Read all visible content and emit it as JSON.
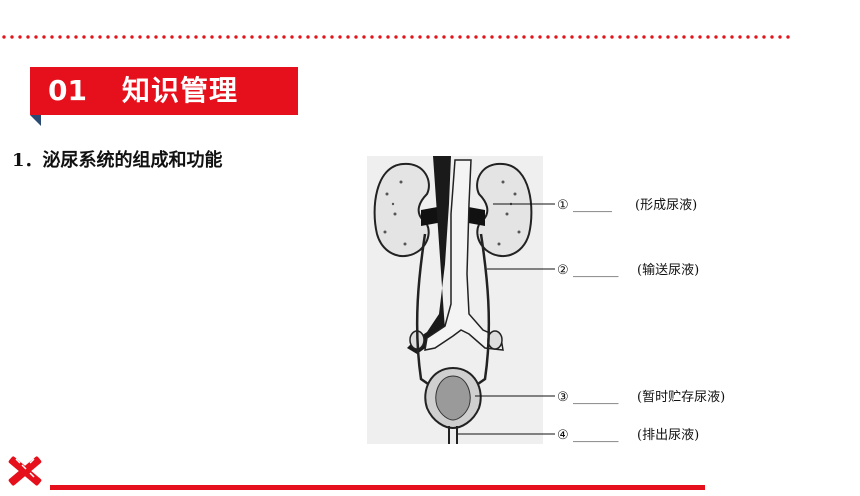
{
  "section": {
    "number": "01",
    "title": "知识管理"
  },
  "heading": "1．泌尿系统的组成和功能",
  "figure": {
    "labels": [
      {
        "marker": "①",
        "blank": "______",
        "function": "(形成尿液)"
      },
      {
        "marker": "②",
        "blank": "_______",
        "function": "(输送尿液)"
      },
      {
        "marker": "③",
        "blank": "_______",
        "function": "(暂时贮存尿液)"
      },
      {
        "marker": "④",
        "blank": "_______",
        "function": "(排出尿液)"
      }
    ]
  },
  "colors": {
    "accent": "#e5101b",
    "fold": "#2b4a73"
  },
  "icons": {
    "decoration": "pencil-cross-icon"
  }
}
